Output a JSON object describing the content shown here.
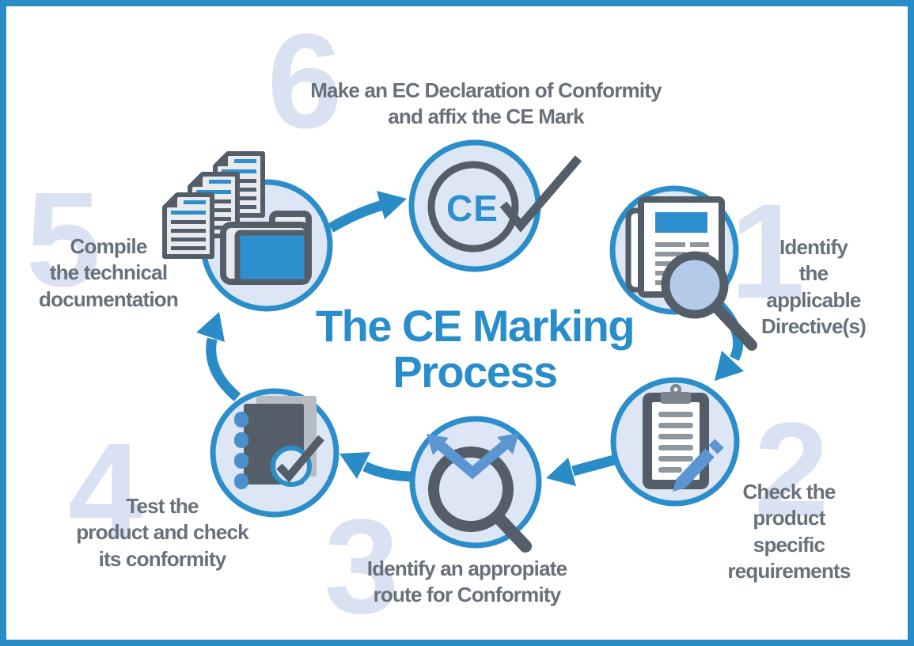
{
  "title": {
    "text": "The CE Marking\nProcess",
    "color": "#2a8dcb"
  },
  "ce_mark": {
    "text": "CE"
  },
  "steps": [
    {
      "number": "1",
      "label": "Identify\nthe applicable\nDirective(s)",
      "icon": "newspaper-magnifier-icon"
    },
    {
      "number": "2",
      "label": "Check the\nproduct specific\nrequirements",
      "icon": "clipboard-pencil-icon"
    },
    {
      "number": "3",
      "label": "Identify an appropiate\nroute for Conformity",
      "icon": "magnifier-route-arrows-icon"
    },
    {
      "number": "4",
      "label": "Test the\nproduct and check\nits conformity",
      "icon": "notebook-checkmark-icon"
    },
    {
      "number": "5",
      "label": "Compile\nthe technical\ndocumentation",
      "icon": "documents-folder-icon"
    },
    {
      "number": "6",
      "label": "Make an EC Declaration of Conformity\nand affix the CE Mark",
      "icon": "ce-mark-checkmark-icon"
    }
  ],
  "colors": {
    "frame_and_arrows_blue": "#2a8cc6",
    "ring_blue": "#2b8dc9",
    "circle_fill": "#dce6f4",
    "watermark_number": "#d8e2f2",
    "label_gray": "#68707a",
    "title_blue": "#2a8dcb",
    "icon_dark_gray": "#545e69",
    "icon_mid_gray": "#8f979e",
    "icon_blue": "#2e8fce",
    "icon_light_blue": "#5b96d2",
    "page_fill": "#e8eaed",
    "lens_fill": "#b3cbe8"
  }
}
